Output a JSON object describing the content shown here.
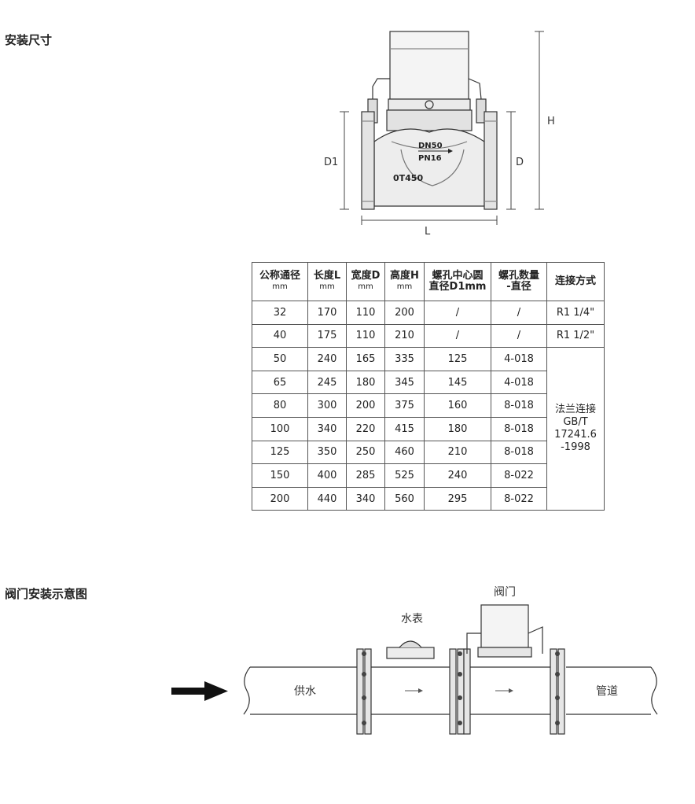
{
  "sections": {
    "install_dimensions": "安装尺寸",
    "valve_install_diagram": "阀门安装示意图"
  },
  "drawing1": {
    "dim_labels": {
      "h": "H",
      "d1": "D1",
      "d": "D",
      "l": "L"
    },
    "body_marks": {
      "dn": "DN50",
      "pn": "PN16",
      "model": "0T450"
    }
  },
  "table": {
    "headers": [
      {
        "label": "公称通径",
        "unit": "mm"
      },
      {
        "label": "长度L",
        "unit": "mm"
      },
      {
        "label": "宽度D",
        "unit": "mm"
      },
      {
        "label": "高度H",
        "unit": "mm"
      },
      {
        "label": "螺孔中心圆",
        "label2": "直径D1mm"
      },
      {
        "label": "螺孔数量",
        "label2": "-直径"
      },
      {
        "label": "连接方式"
      }
    ],
    "rows": [
      [
        "32",
        "170",
        "110",
        "200",
        "/",
        "/",
        "R1 1/4\""
      ],
      [
        "40",
        "175",
        "110",
        "210",
        "/",
        "/",
        "R1 1/2\""
      ],
      [
        "50",
        "240",
        "165",
        "335",
        "125",
        "4-018"
      ],
      [
        "65",
        "245",
        "180",
        "345",
        "145",
        "4-018"
      ],
      [
        "80",
        "300",
        "200",
        "375",
        "160",
        "8-018"
      ],
      [
        "100",
        "340",
        "220",
        "415",
        "180",
        "8-018"
      ],
      [
        "125",
        "350",
        "250",
        "460",
        "210",
        "8-018"
      ],
      [
        "150",
        "400",
        "285",
        "525",
        "240",
        "8-022"
      ],
      [
        "200",
        "440",
        "340",
        "560",
        "295",
        "8-022"
      ]
    ],
    "merged_connection": [
      "法兰连接",
      "GB/T",
      "17241.6",
      "-1998"
    ]
  },
  "drawing2": {
    "labels": {
      "meter": "水表",
      "valve": "阀门",
      "supply": "供水",
      "pipe": "管道"
    }
  }
}
